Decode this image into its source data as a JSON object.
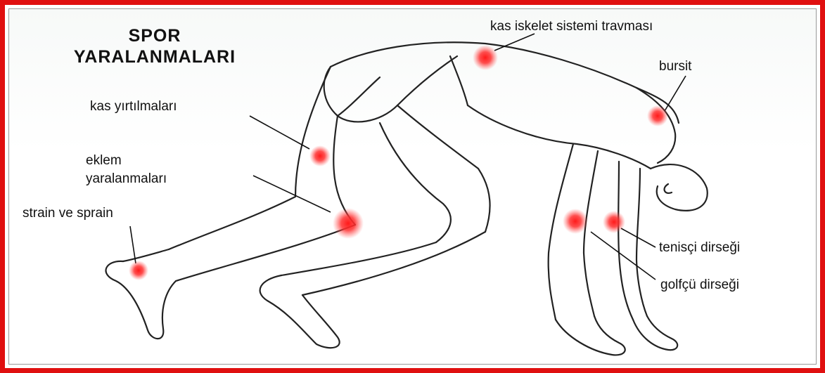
{
  "title": {
    "line1": "SPOR",
    "line2": "YARALANMALARI"
  },
  "labels": {
    "musculoskeletal": "kas iskelet sistemi travması",
    "bursitis": "bursit",
    "muscle_tears": "kas yırtılmaları",
    "joint_injuries_line1": "eklem",
    "joint_injuries_line2": "yaralanmaları",
    "strain_sprain": "strain ve sprain",
    "tennis_elbow": "tenisçi dirseği",
    "golf_elbow": "golfçü dirseği"
  },
  "colors": {
    "frame": "#e01010",
    "hotspot": "#ff1a1a",
    "line_art": "#222222"
  }
}
